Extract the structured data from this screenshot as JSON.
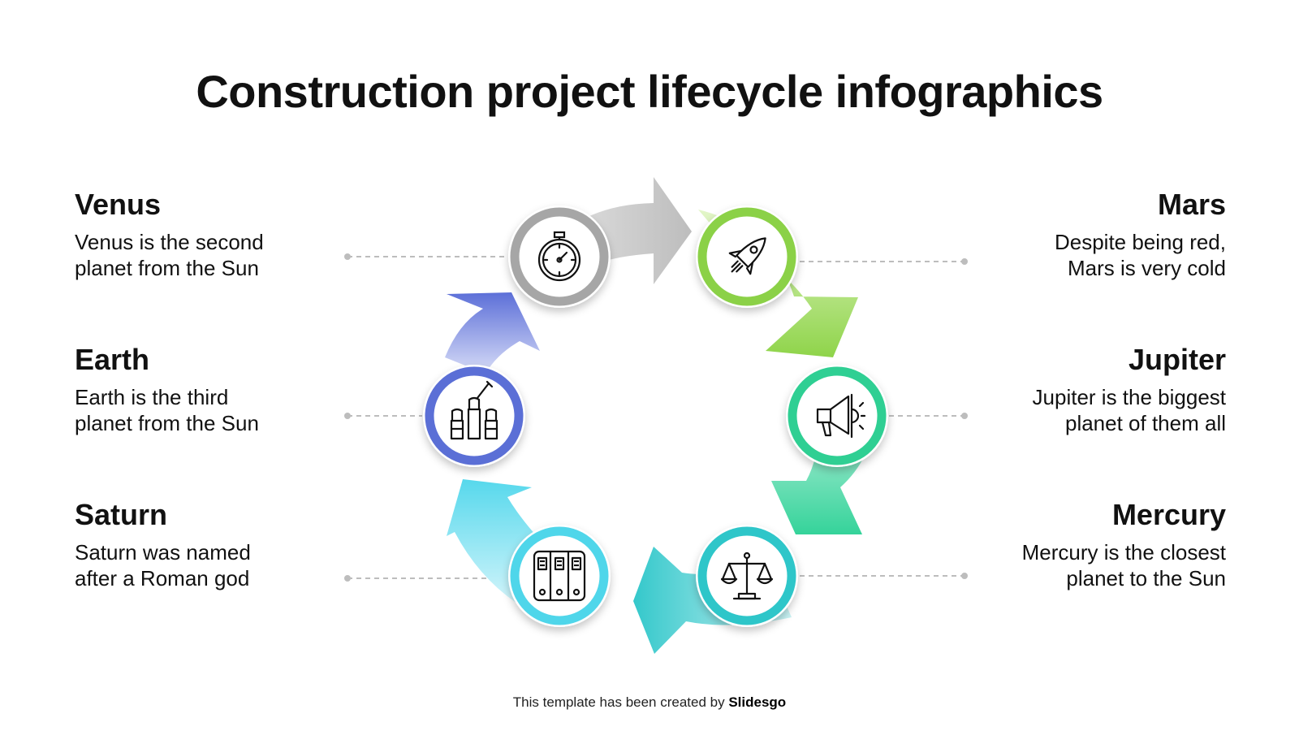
{
  "title": "Construction project lifecycle infographics",
  "steps": [
    {
      "name": "Venus",
      "text": "Venus is the second planet from the Sun",
      "line1": "Venus is the second",
      "line2": "planet from the Sun",
      "icon": "stopwatch-icon",
      "color": "#9e9e9e"
    },
    {
      "name": "Mars",
      "text": "Despite being red, Mars is very cold",
      "line1": "Despite being red,",
      "line2": "Mars is very cold",
      "icon": "rocket-icon",
      "color": "#8bd147"
    },
    {
      "name": "Jupiter",
      "text": "Jupiter is the biggest planet of them all",
      "line1": "Jupiter is the biggest",
      "line2": "planet of them all",
      "icon": "megaphone-icon",
      "color": "#2fcf93"
    },
    {
      "name": "Mercury",
      "text": "Mercury is the closest planet to the Sun",
      "line1": "Mercury is the closest",
      "line2": "planet to the Sun",
      "icon": "scales-icon",
      "color": "#2ec6c9"
    },
    {
      "name": "Saturn",
      "text": "Saturn was named after a Roman god",
      "line1": "Saturn was named",
      "line2": "after a Roman god",
      "icon": "binders-icon",
      "color": "#4fd6ea"
    },
    {
      "name": "Earth",
      "text": "Earth is the third planet from the Sun",
      "line1": "Earth is the third",
      "line2": "planet from the Sun",
      "icon": "raised-hands-icon",
      "color": "#5b6fd6"
    }
  ],
  "footer": {
    "prefix": "This template has been created by ",
    "brand": "Slidesgo"
  }
}
